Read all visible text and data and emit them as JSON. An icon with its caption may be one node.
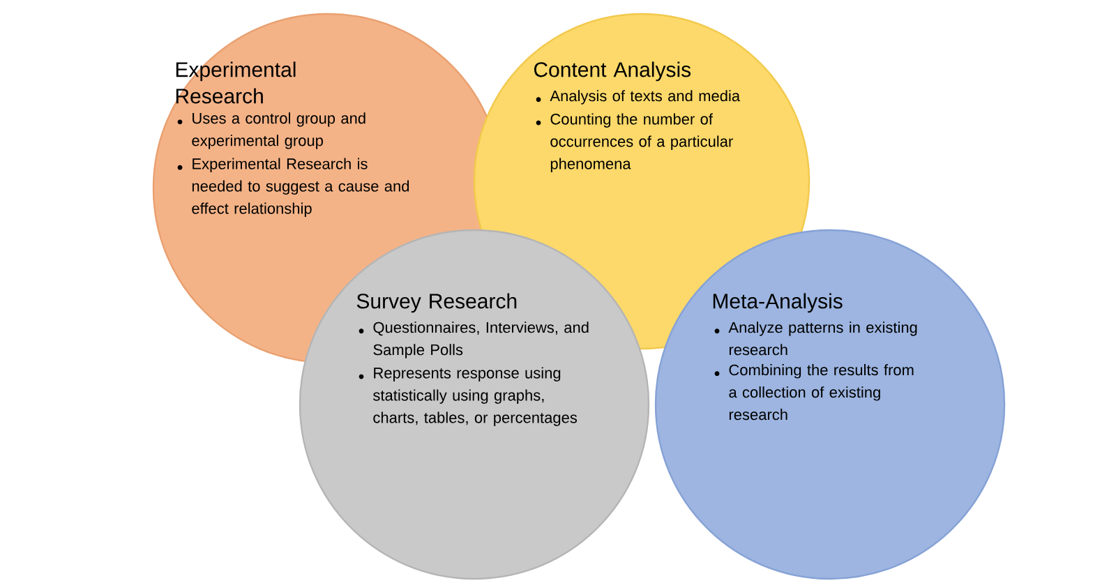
{
  "diagram": {
    "nodes": [
      {
        "text": [
          "Experimental Research",
          "Uses a control group and experimental group",
          "Experimental Research is needed to suggest a cause and effect relationship"
        ]
      },
      {
        "text": [
          "Content Analysis",
          "Analysis of texts and media",
          "Counting the number of occurrences of a particular phenomena"
        ]
      },
      {
        "text": [
          "Survey Research",
          "Questionnaires, Interviews, and Sample Polls",
          "Represents response using statistically using graphs, charts, tables, or percentages"
        ]
      },
      {
        "text": [
          "Meta-Analysis",
          "Analyze patterns in existing research",
          "Combining the results from a collection of existing research"
        ]
      }
    ],
    "edges": []
  }
}
